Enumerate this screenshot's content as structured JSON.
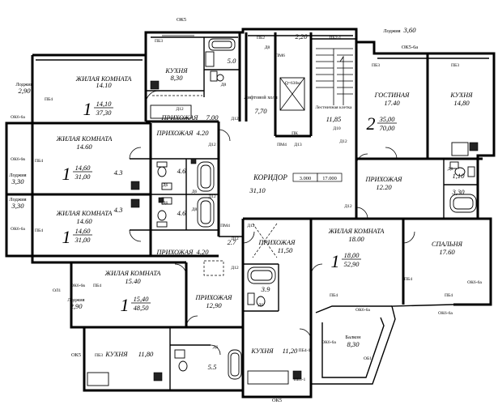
{
  "rooms": [
    {
      "id": "living-nw",
      "label": "ЖИЛАЯ КОМНАТА",
      "area": "14.10"
    },
    {
      "id": "kitchen-n",
      "label": "КУХНЯ",
      "area": "8,30"
    },
    {
      "id": "bath-n",
      "label": "",
      "area": "5.0"
    },
    {
      "id": "hall-n",
      "label": "ПРИХОЖАЯ",
      "area": "7.00"
    },
    {
      "id": "lift-hall",
      "label": "Лифтовой холл",
      "area": "7,70"
    },
    {
      "id": "stair",
      "label": "Лестничная клетка",
      "area": "11,85"
    },
    {
      "id": "living-ne",
      "label": "ГОСТИНАЯ",
      "area": "17.40"
    },
    {
      "id": "kitchen-ne",
      "label": "КУХНЯ",
      "area": "14,80"
    },
    {
      "id": "living-w1",
      "label": "ЖИЛАЯ КОМНАТА",
      "area": "14.60"
    },
    {
      "id": "living-w2",
      "label": "ЖИЛАЯ КОМНАТА",
      "area": "14.60"
    },
    {
      "id": "hall-w1",
      "label": "ПРИХОЖАЯ",
      "area": "4.20"
    },
    {
      "id": "hall-w2",
      "label": "ПРИХОЖАЯ",
      "area": "4.20"
    },
    {
      "id": "corridor",
      "label": "КОРИДОР",
      "area": "31,10"
    },
    {
      "id": "hall-e",
      "label": "ПРИХОЖАЯ",
      "area": "12.20"
    },
    {
      "id": "hall-c",
      "label": "ПРИХОЖАЯ",
      "area": "11,50"
    },
    {
      "id": "living-se",
      "label": "ЖИЛАЯ КОМНАТА",
      "area": "18.00"
    },
    {
      "id": "bedroom-e",
      "label": "СПАЛЬНЯ",
      "area": "17.60"
    },
    {
      "id": "living-sw",
      "label": "ЖИЛАЯ КОМНАТА",
      "area": "15.40"
    },
    {
      "id": "hall-sw",
      "label": "ПРИХОЖАЯ",
      "area": "12,90"
    },
    {
      "id": "kitchen-sw",
      "label": "КУХНЯ",
      "area": "11,80"
    },
    {
      "id": "kitchen-s",
      "label": "КУХНЯ",
      "area": "11,20"
    },
    {
      "id": "balcony-se",
      "label": "Балкон",
      "area": "8,30"
    }
  ],
  "apartments": [
    {
      "id": "apt-nw",
      "rooms": "1",
      "living": "14,10",
      "total": "37,30"
    },
    {
      "id": "apt-ne",
      "rooms": "2",
      "living": "35,00",
      "total": "70,00"
    },
    {
      "id": "apt-w1",
      "rooms": "1",
      "living": "14,60",
      "total": "31,00"
    },
    {
      "id": "apt-w2",
      "rooms": "1",
      "living": "14,60",
      "total": "31,00"
    },
    {
      "id": "apt-se",
      "rooms": "1",
      "living": "18,00",
      "total": "52,90"
    },
    {
      "id": "apt-sw",
      "rooms": "1",
      "living": "15,40",
      "total": "48,50"
    }
  ],
  "small_areas": {
    "wc_w1_a": "4.3",
    "wc_w1_b": "4.6",
    "wc_w2_a": "4.3",
    "wc_w2_b": "4.6",
    "shaft": "2.7",
    "bath_c": "3.9",
    "bath_sw": "5.5",
    "bath_e1": "1,10",
    "bath_e2": "3,30",
    "top_dim": "2,20"
  },
  "balconies": [
    {
      "id": "loggia-nw",
      "label": "Лоджия",
      "area": "2,90"
    },
    {
      "id": "loggia-w1",
      "label": "Лоджия",
      "area": "3,30"
    },
    {
      "id": "loggia-w2",
      "label": "Лоджия",
      "area": "3,30"
    },
    {
      "id": "loggia-sw",
      "label": "Лоджия",
      "area": "2,90"
    },
    {
      "id": "loggia-ne",
      "label": "Лоджия",
      "area": "3,60"
    }
  ],
  "corridor_marks": {
    "mark1": "3.000",
    "mark2": "17.000"
  },
  "lift_capacity": "Q=630кг",
  "marks": {
    "ok5": "ОК5",
    "ok5_bottom": "ОК5",
    "ok5_left": "ОК5",
    "ok5_6a": "ОК5-6а",
    "ok6_6a": "ОК6-6а",
    "ok6_6a_b": "ОК6-6а",
    "ok6_6a_c": "ОК6-6а",
    "ok6_6a_d": "ОК6-6а",
    "ok6_6a_e": "ОК6-6а",
    "ok6_6b": "ОК6-6в",
    "ok6_6b_b": "ОК6-6в",
    "ok6_6a_f": "ОК6-6а",
    "ob1": "ОБ1",
    "ol1": "ОЛ1",
    "pb3_a": "ПБ3",
    "pb3_b": "ПБ3",
    "pb3_c": "ПБ3",
    "pb3_d": "ПБ3",
    "pb3_1": "ПБ3-1",
    "pb4_a": "ПБ4",
    "pb4_b": "ПБ4",
    "pb4_c": "ПБ4",
    "pb4_d": "ПБ4",
    "pb4_e": "ПБ4",
    "pb4_f": "ПБ4",
    "pb4_g": "ПБ4",
    "pb4_1": "ПБ4-1",
    "pb2": "ПБ2",
    "pb2_1": "ПБ2-1",
    "pm4_a": "ПМ4",
    "pm4_b": "ПМ4",
    "pm6": "ПМ6",
    "pk": "ПК",
    "d8": "Д8",
    "d10": "Д10",
    "d13": "Д13",
    "d12_a": "Д12",
    "d12_b": "Д12",
    "d12_c": "Д12",
    "d12_d": "Д12",
    "d12_e": "Д12",
    "d12_f": "Д12",
    "d12_g": "Д12",
    "d12_h": "Д12",
    "d12_i": "Д12",
    "d6_a": "Д6",
    "d6_b": "Д6",
    "d6_c": "Д6",
    "d6_d": "Д6",
    "d6_e": "Д6",
    "d8_b": "Д8",
    "d8_c": "Д8",
    "d8_d": "Д8"
  }
}
